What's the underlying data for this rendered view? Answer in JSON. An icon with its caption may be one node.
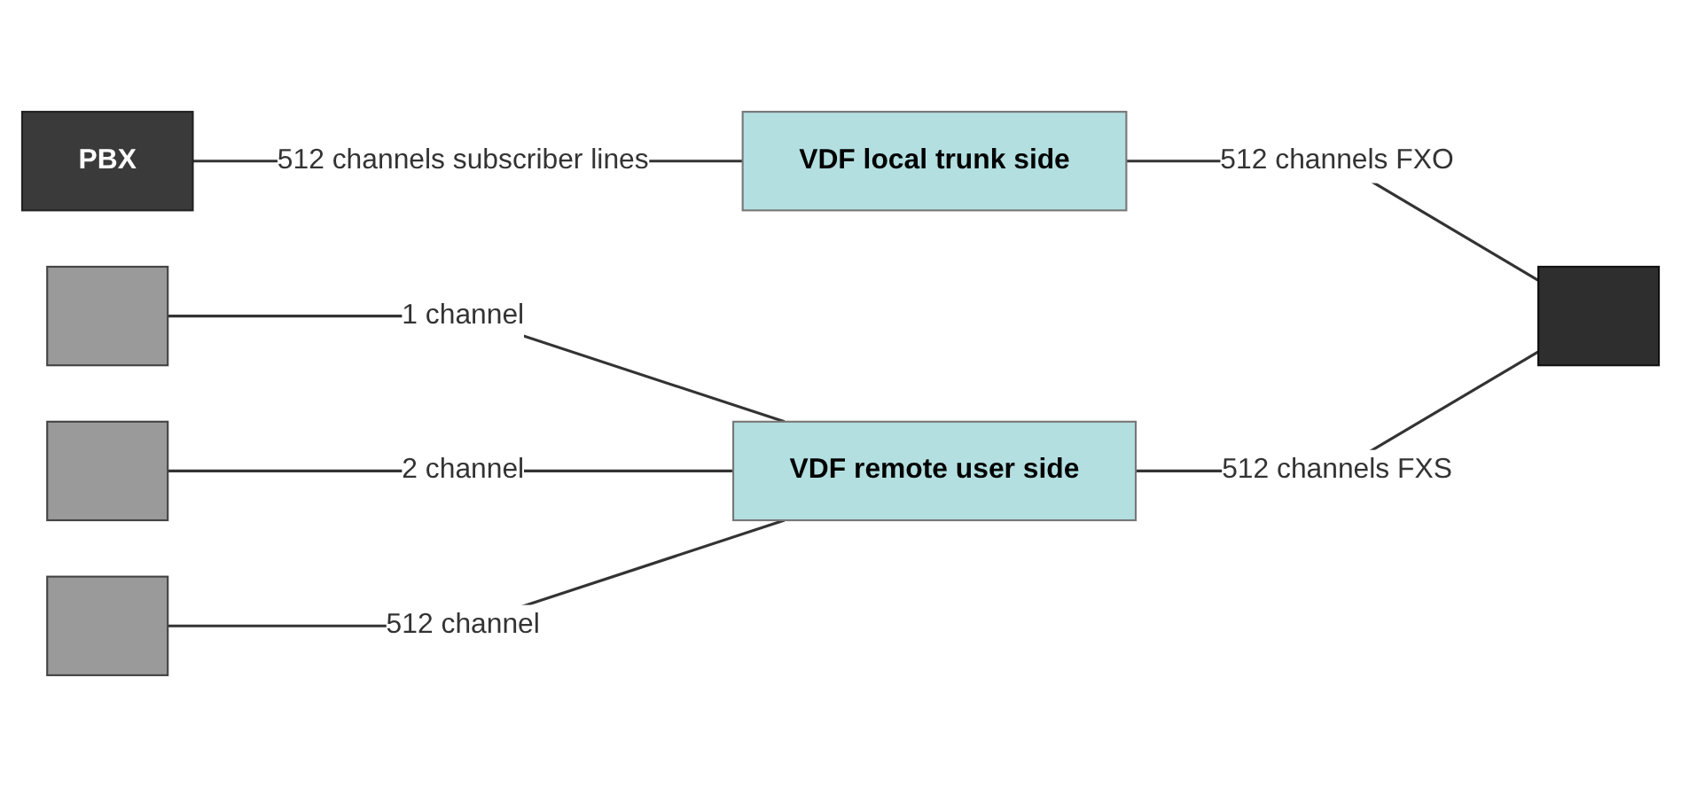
{
  "diagram": {
    "nodes": [
      {
        "text": [
          "PBX"
        ]
      },
      {
        "text": [
          "VDF local trunk side"
        ]
      },
      {
        "text": [],
        "shape": "box"
      },
      {
        "text": [],
        "shape": "box"
      },
      {
        "text": [],
        "shape": "box"
      },
      {
        "text": [],
        "shape": "box"
      },
      {
        "text": [
          "VDF remote user side"
        ]
      }
    ],
    "edges": [
      {
        "from": 0,
        "to": 1,
        "arrow": "none",
        "label": "512 channels subscriber lines"
      },
      {
        "from": 1,
        "to": 2,
        "arrow": "none",
        "label": "512 channels FXO"
      },
      {
        "from": 3,
        "to": 6,
        "arrow": "none",
        "label": "1 channel"
      },
      {
        "from": 4,
        "to": 6,
        "arrow": "none",
        "label": "2 channel"
      },
      {
        "from": 5,
        "to": 6,
        "arrow": "none",
        "label": "512 channel"
      },
      {
        "from": 6,
        "to": 2,
        "arrow": "none",
        "label": "512 channels FXS"
      }
    ]
  }
}
